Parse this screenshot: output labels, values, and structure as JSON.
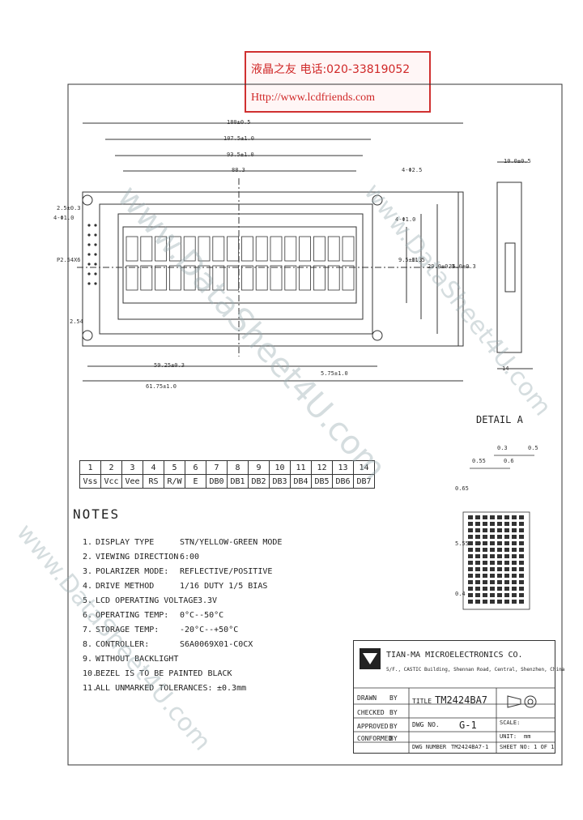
{
  "stamp": {
    "line1": "液晶之友 电话:020-33819052",
    "line2": "Http://www.lcdfriends.com"
  },
  "watermark": "www.DataSheet4U.com",
  "drawing": {
    "dims": {
      "d1": "180±0.5",
      "d2": "107.5±1.0",
      "d3": "93.5±1.0",
      "d4": "88.3",
      "d5": "4-Φ2.5",
      "d6": "2.5±0.3",
      "d7": "4-Φ1.0",
      "d8": "P2.54X6",
      "d9": "4-Φ1.0",
      "d10": "2.54",
      "d11": "59.25±0.3",
      "d12": "61.75±1.0",
      "d13": "5.75±1.0",
      "d14": "9.5±0.3",
      "d15": "11.5",
      "d16": "29.0±0.3",
      "d17": "36.0±0.3",
      "d18": "10.0±0.5",
      "d19": "14"
    },
    "detail": {
      "title": "DETAIL A",
      "a": "0.3",
      "b": "0.5",
      "c": "0.55",
      "d": "0.6",
      "e": "5.55",
      "f": "0.65",
      "g": "0.4",
      "h": "0.5"
    }
  },
  "pins": {
    "numbers": [
      "1",
      "2",
      "3",
      "4",
      "5",
      "6",
      "7",
      "8",
      "9",
      "10",
      "11",
      "12",
      "13",
      "14"
    ],
    "signals": [
      "Vss",
      "Vcc",
      "Vee",
      "RS",
      "R/W",
      "E",
      "DB0",
      "DB1",
      "DB2",
      "DB3",
      "DB4",
      "DB5",
      "DB6",
      "DB7"
    ]
  },
  "notes": {
    "heading": "NOTES",
    "items": [
      {
        "n": "1.",
        "label": "DISPLAY TYPE",
        "value": "STN/YELLOW-GREEN  MODE"
      },
      {
        "n": "2.",
        "label": "VIEWING DIRECTION",
        "value": "6:00"
      },
      {
        "n": "3.",
        "label": "POLARIZER MODE:",
        "value": "REFLECTIVE/POSITIVE"
      },
      {
        "n": "4.",
        "label": "DRIVE METHOD",
        "value": "1/16 DUTY 1/5 BIAS"
      },
      {
        "n": "5.",
        "label": "LCD OPERATING VOLTAGE",
        "value": "3.3V"
      },
      {
        "n": "6.",
        "label": "OPERATING TEMP:",
        "value": "0°C--50°C"
      },
      {
        "n": "7.",
        "label": "STORAGE TEMP:",
        "value": "-20°C--+50°C"
      },
      {
        "n": "8.",
        "label": "CONTROLLER:",
        "value": "S6A0069X01-C0CX"
      },
      {
        "n": "9.",
        "label": "WITHOUT BACKLIGHT",
        "value": ""
      },
      {
        "n": "10.",
        "label": "BEZEL IS TO BE PAINTED BLACK",
        "value": ""
      },
      {
        "n": "11.",
        "label": "ALL UNMARKED TOLERANCES:",
        "value": "±0.3mm"
      }
    ]
  },
  "title_block": {
    "company": "TIAN-MA MICROELECTRONICS CO.",
    "address": "5/F., CASTIC Building, Shennan Road, Central, Shenzhen, China",
    "drawn": "DRAWN",
    "checked": "CHECKED",
    "approved": "APPROVED",
    "conformed": "CONFORMED",
    "by": "BY",
    "title_label": "TITLE",
    "title": "TM2424BA7",
    "dwg_no_label": "DWG NO.",
    "dwg_no": "G-1",
    "dwg_number_label": "DWG NUMBER",
    "dwg_number": "TM2424BA7-1",
    "scale_label": "SCALE:",
    "unit_label": "UNIT:",
    "unit": "mm",
    "sheet_label": "SHEET NO: 1 OF 1"
  }
}
